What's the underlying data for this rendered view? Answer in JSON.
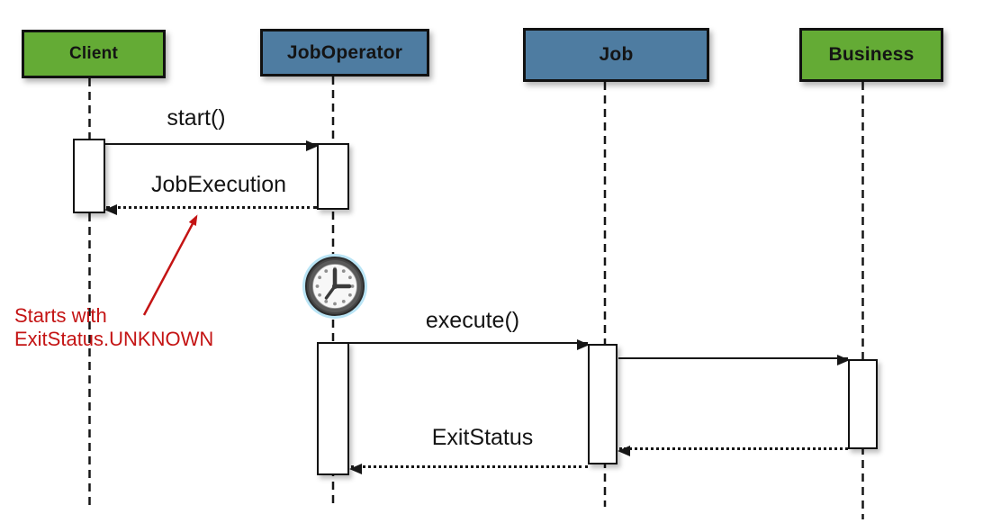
{
  "diagram": {
    "type": "uml-sequence",
    "actors": [
      {
        "id": "client",
        "label": "Client",
        "color": "green"
      },
      {
        "id": "joboperator",
        "label": "JobOperator",
        "color": "blue"
      },
      {
        "id": "job",
        "label": "Job",
        "color": "blue"
      },
      {
        "id": "business",
        "label": "Business",
        "color": "green"
      }
    ],
    "messages": [
      {
        "label": "start()",
        "from": "Client",
        "to": "JobOperator",
        "kind": "call"
      },
      {
        "label": "JobExecution",
        "from": "JobOperator",
        "to": "Client",
        "kind": "return"
      },
      {
        "label": "execute()",
        "from": "JobOperator",
        "to": "Job",
        "kind": "call"
      },
      {
        "label": "",
        "from": "Job",
        "to": "Business",
        "kind": "call"
      },
      {
        "label": "",
        "from": "Business",
        "to": "Job",
        "kind": "return"
      },
      {
        "label": "ExitStatus",
        "from": "Job",
        "to": "JobOperator",
        "kind": "return"
      }
    ],
    "annotation": {
      "line1": "Starts with",
      "line2": "ExitStatus.UNKNOWN",
      "points_to": "JobExecution return message"
    },
    "icons": {
      "clock": "clock-icon"
    }
  },
  "colors": {
    "actor_green": "#64ab35",
    "actor_blue": "#4e7ca1",
    "annotation_red": "#c41414",
    "line_black": "#161616"
  }
}
